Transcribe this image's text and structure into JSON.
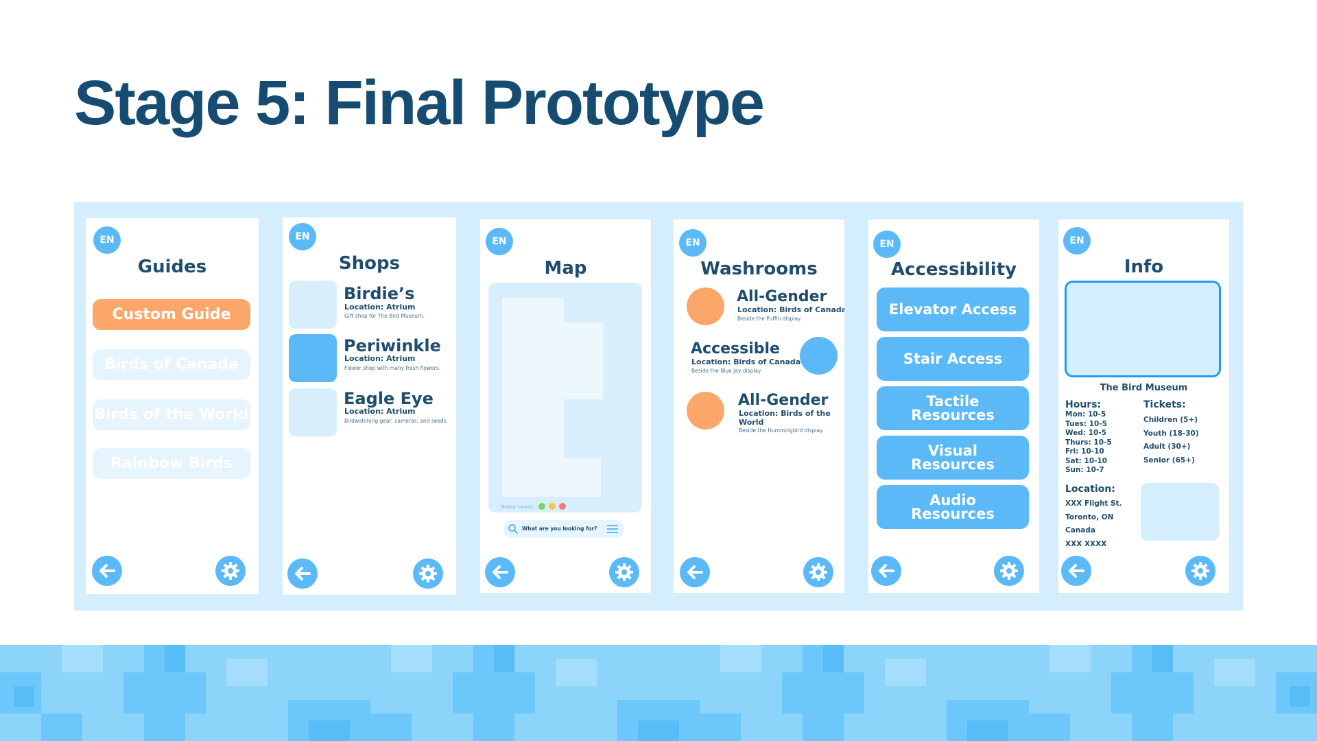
{
  "slide": {
    "title": "Stage 5: Final Prototype"
  },
  "common": {
    "language": "EN"
  },
  "screens": {
    "guides": {
      "title": "Guides",
      "items": [
        "Custom Guide",
        "Birds of Canada",
        "Birds of the World",
        "Rainbow Birds"
      ]
    },
    "shops": {
      "title": "Shops",
      "items": [
        {
          "name": "Birdie’s",
          "location": "Location: Atrium",
          "desc": "Gift shop for The Bird Museum."
        },
        {
          "name": "Periwinkle",
          "location": "Location: Atrium",
          "desc": "Flower shop with many fresh flowers."
        },
        {
          "name": "Eagle Eye",
          "location": "Location: Atrium",
          "desc": "Birdwatching gear, cameras, and seeds."
        }
      ]
    },
    "map": {
      "title": "Map",
      "legend_label": "Noise Level:",
      "search_placeholder": "What are you looking for?"
    },
    "washrooms": {
      "title": "Washrooms",
      "items": [
        {
          "name": "All-Gender",
          "location": "Location: Birds of Canada",
          "desc": "Beside the Puffin display."
        },
        {
          "name": "Accessible",
          "location": "Location: Birds of Canada",
          "desc": "Beside the Blue Jay display."
        },
        {
          "name": "All-Gender",
          "location_line1": "Location: Birds of the",
          "location_line2": "World",
          "desc": "Beside the Hummingbird display."
        }
      ]
    },
    "accessibility": {
      "title": "Accessibility",
      "items": [
        {
          "line1": "Elevator Access",
          "line2": ""
        },
        {
          "line1": "Stair Access",
          "line2": ""
        },
        {
          "line1": "Tactile",
          "line2": "Resources"
        },
        {
          "line1": "Visual",
          "line2": "Resources"
        },
        {
          "line1": "Audio",
          "line2": "Resources"
        }
      ]
    },
    "info": {
      "title": "Info",
      "museum_name": "The Bird Museum",
      "hours_heading": "Hours:",
      "hours": [
        "Mon: 10-5",
        "Tues: 10-5",
        "Wed: 10-5",
        "Thurs: 10-5",
        "Fri: 10-10",
        "Sat: 10-10",
        "Sun: 10-7"
      ],
      "tickets_heading": "Tickets:",
      "tickets": [
        "Children (5+)",
        "Youth (18-30)",
        "Adult (30+)",
        "Senior (65+)"
      ],
      "location_heading": "Location:",
      "address": [
        "XXX Flight St.",
        "Toronto, ON",
        "Canada",
        "XXX XXXX"
      ]
    }
  },
  "colors": {
    "accent_blue": "#5ab9f6",
    "accent_orange": "#fba76a",
    "title_navy": "#174c72",
    "panel_bg": "#d4eefd"
  }
}
